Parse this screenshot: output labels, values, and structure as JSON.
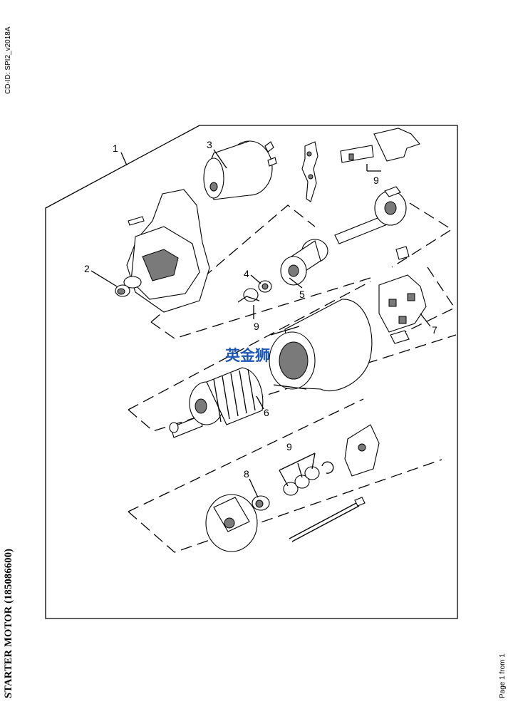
{
  "document": {
    "cd_id": "CD-ID: SPI2_v2018A",
    "title": "STARTER MOTOR (185086600)",
    "page_label": "Page 1 from 1",
    "watermark": "英金狮"
  },
  "callouts": {
    "c1": "1",
    "c2": "2",
    "c3": "3",
    "c4": "4",
    "c5": "5",
    "c6": "6",
    "c7": "7",
    "c8": "8",
    "c9_brush_clip": "9",
    "c9_pinion": "9",
    "c9_rear": "9"
  },
  "parts": [
    "solenoid-icon",
    "shift-lever-icon",
    "drive-end-housing-icon",
    "bushing-icon",
    "pinion-drive-icon",
    "armature-icon",
    "field-frame-icon",
    "brush-holder-icon",
    "end-cover-icon",
    "through-bolt-icon",
    "washer-set-icon"
  ]
}
